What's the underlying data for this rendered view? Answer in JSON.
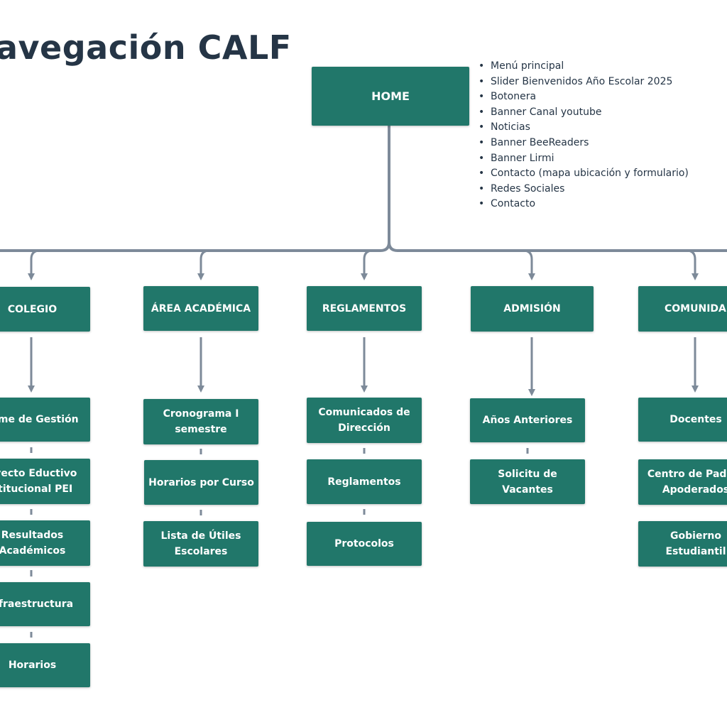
{
  "title": "avegación CALF",
  "home": {
    "label": "HOME",
    "items": [
      "Menú principal",
      "Slider Bienvenidos Año Escolar 2025",
      "Botonera",
      "Banner Canal youtube",
      "Noticias",
      "Banner BeeReaders",
      "Banner Lirmi",
      "Contacto (mapa ubicación y formulario)",
      "Redes Sociales",
      "Contacto"
    ]
  },
  "sections": [
    {
      "label": "COLEGIO",
      "children": [
        "orme de Gestión",
        "oyecto Eductivo\nstitucional PEI",
        "Resultados\nAcadémicos",
        "nfraestructura",
        "Horarios"
      ]
    },
    {
      "label": "ÁREA ACADÉMICA",
      "children": [
        "Cronograma I\nsemestre",
        "Horarios por Curso",
        "Lista de Útiles\nEscolares"
      ]
    },
    {
      "label": "REGLAMENTOS",
      "children": [
        "Comunicados de\nDirección",
        "Reglamentos",
        "Protocolos"
      ]
    },
    {
      "label": "ADMISIÓN",
      "children": [
        "Años Anteriores",
        "Solicitu de Vacantes"
      ]
    },
    {
      "label": "COMUNIDAD",
      "children": [
        "Docentes",
        "Centro de Padres\nApoderados",
        "Gobierno\nEstudiantil"
      ]
    }
  ],
  "colors": {
    "node": "#21776a",
    "connector": "#7d8a99",
    "title": "#253546"
  }
}
